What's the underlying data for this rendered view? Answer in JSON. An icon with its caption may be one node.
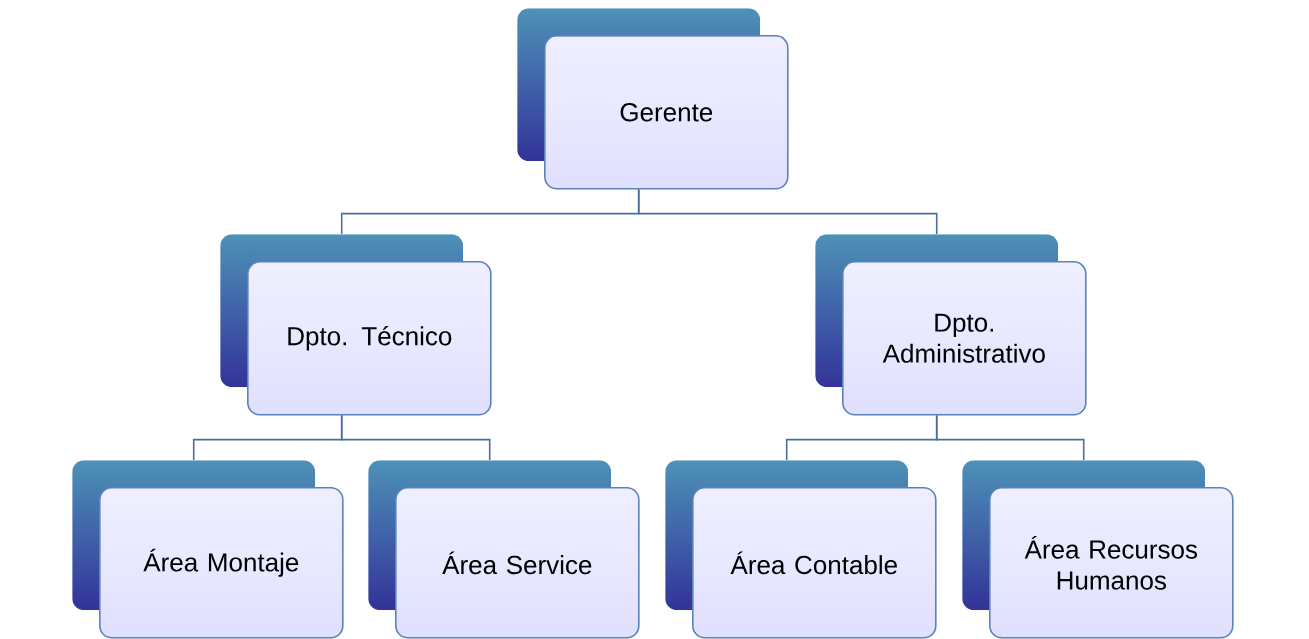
{
  "diagram": {
    "nodes": [
      {
        "text": [
          "Gerente"
        ]
      },
      {
        "text": [
          "Dpto. Técnico"
        ]
      },
      {
        "text": [
          "Dpto. Administrativo"
        ]
      },
      {
        "text": [
          "Área Montaje"
        ]
      },
      {
        "text": [
          "Área Service"
        ]
      },
      {
        "text": [
          "Área Contable"
        ]
      },
      {
        "text": [
          "Área Recursos Humanos"
        ]
      }
    ],
    "edges": [
      {
        "from": 0,
        "to": 1,
        "arrow": "none"
      },
      {
        "from": 0,
        "to": 2,
        "arrow": "none"
      },
      {
        "from": 1,
        "to": 3,
        "arrow": "none"
      },
      {
        "from": 1,
        "to": 4,
        "arrow": "none"
      },
      {
        "from": 2,
        "to": 5,
        "arrow": "none"
      },
      {
        "from": 2,
        "to": 6,
        "arrow": "none"
      }
    ]
  }
}
